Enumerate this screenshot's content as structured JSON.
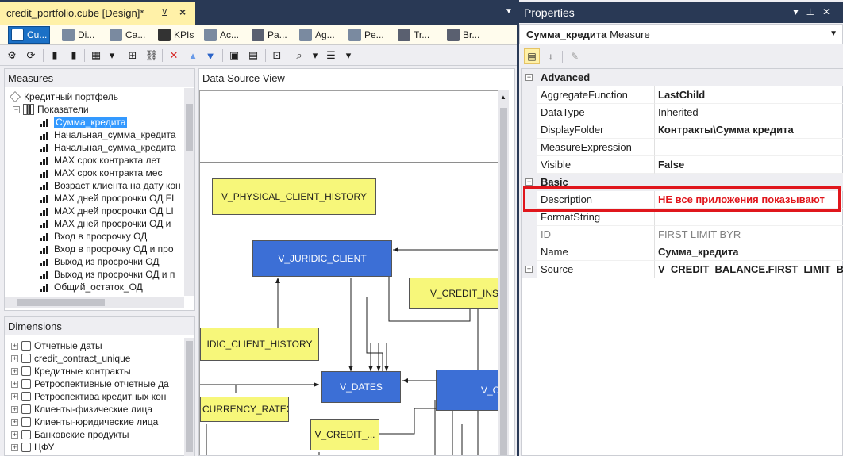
{
  "document": {
    "tab_title": "credit_portfolio.cube [Design]*",
    "pin_glyph": "⊻",
    "close_glyph": "×",
    "designer_tabs": [
      {
        "label": "Cu...",
        "active": true,
        "icon_color": "#1b70c6"
      },
      {
        "label": "Di...",
        "icon_color": "#555"
      },
      {
        "label": "Ca...",
        "icon_color": "#555"
      },
      {
        "label": "KPIs",
        "icon_color": "#555"
      },
      {
        "label": "Ac...",
        "icon_color": "#555"
      },
      {
        "label": "Pa...",
        "icon_color": "#555"
      },
      {
        "label": "Ag...",
        "icon_color": "#555"
      },
      {
        "label": "Pe...",
        "icon_color": "#555"
      },
      {
        "label": "Tr...",
        "icon_color": "#555"
      },
      {
        "label": "Br...",
        "icon_color": "#555"
      }
    ]
  },
  "measures": {
    "header": "Measures",
    "root": "Кредитный портфель",
    "group": "Показатели",
    "items": [
      "Сумма_кредита",
      "Начальная_сумма_кредита",
      "Начальная_сумма_кредита",
      "МАХ срок контракта лет",
      "МАХ срок контракта мес",
      "Возраст клиента на дату кон",
      "МАХ дней просрочки ОД FI",
      "МАХ дней просрочки ОД LI",
      "МАХ дней просрочки ОД и",
      "Вход в просрочку ОД",
      "Вход в просрочку ОД и про",
      "Выход из просрочки ОД",
      "Выход из просрочки ОД и п",
      "Общий_остаток_ОД"
    ],
    "selected_index": 0
  },
  "dimensions": {
    "header": "Dimensions",
    "items": [
      "Отчетные даты",
      "credit_contract_unique",
      "Кредитные контракты",
      "Ретроспективные отчетные да",
      "Ретроспектива кредитных кон",
      "Клиенты-физические лица",
      "Клиенты-юридические лица",
      "Банковские продукты",
      "ЦФУ"
    ]
  },
  "dsv": {
    "header": "Data Source View",
    "tables": {
      "physical_client_history": "V_PHYSICAL_CLIENT_HISTORY",
      "juridic_client": "V_JURIDIC_CLIENT",
      "credit_insu": "V_CREDIT_INSU",
      "juridic_client_history": "IDIC_CLIENT_HISTORY",
      "dates": "V_DATES",
      "currency_rate": "CURRENCY_RATE2",
      "credit_dots": "V_CREDIT_...",
      "v_c": "V_C"
    }
  },
  "properties": {
    "title": "Properties",
    "object_name": "Сумма_кредита",
    "object_type": "Measure",
    "categories": {
      "advanced": "Advanced",
      "basic": "Basic"
    },
    "rows": {
      "aggregate_function": {
        "name": "AggregateFunction",
        "value": "LastChild"
      },
      "data_type": {
        "name": "DataType",
        "value": "Inherited"
      },
      "display_folder": {
        "name": "DisplayFolder",
        "value": "Контракты\\Сумма кредита"
      },
      "measure_expression": {
        "name": "MeasureExpression",
        "value": ""
      },
      "visible": {
        "name": "Visible",
        "value": "False"
      },
      "description": {
        "name": "Description",
        "value": "НЕ  все приложения показывают"
      },
      "format_string": {
        "name": "FormatString",
        "value": ""
      },
      "id": {
        "name": "ID",
        "value": "FIRST LIMIT BYR"
      },
      "name": {
        "name": "Name",
        "value": "Сумма_кредита"
      },
      "source": {
        "name": "Source",
        "value": "V_CREDIT_BALANCE.FIRST_LIMIT_BY"
      }
    }
  },
  "colors": {
    "accent": "#1b70c6",
    "highlight_red": "#e0161c",
    "table_yellow": "#f7f77a",
    "table_blue": "#3c6fd6",
    "tab_yellow": "#fff1a8",
    "title_bar": "#293955"
  }
}
